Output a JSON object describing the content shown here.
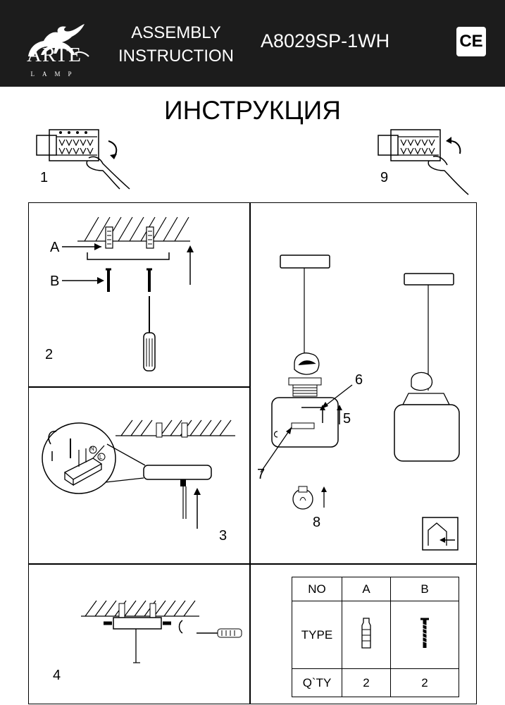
{
  "header": {
    "brand": "ARTE",
    "brand_sub": "LAMP",
    "title_line1": "ASSEMBLY",
    "title_line2": "INSTRUCTION",
    "model": "A8029SP-1WH",
    "ce_mark": "CE"
  },
  "title": "ИНСТРУКЦИЯ",
  "steps": {
    "s1": "1",
    "s2": "2",
    "s3": "3",
    "s4": "4",
    "s5": "5",
    "s6": "6",
    "s7": "7",
    "s8": "8",
    "s9": "9"
  },
  "labels": {
    "a": "A",
    "b": "B"
  },
  "wire_labels": {
    "n": "N",
    "l": "L"
  },
  "parts_table": {
    "header": [
      "NO",
      "A",
      "B"
    ],
    "type_label": "TYPE",
    "qty_label": "Q`TY",
    "qty_a": "2",
    "qty_b": "2"
  },
  "icons": [
    "griffin-logo-icon",
    "terminal-block-icon",
    "hand-icon",
    "rotate-arrow-icon",
    "screwdriver-icon",
    "screw-icon",
    "wall-plug-icon",
    "bulb-icon",
    "indoor-use-icon"
  ]
}
